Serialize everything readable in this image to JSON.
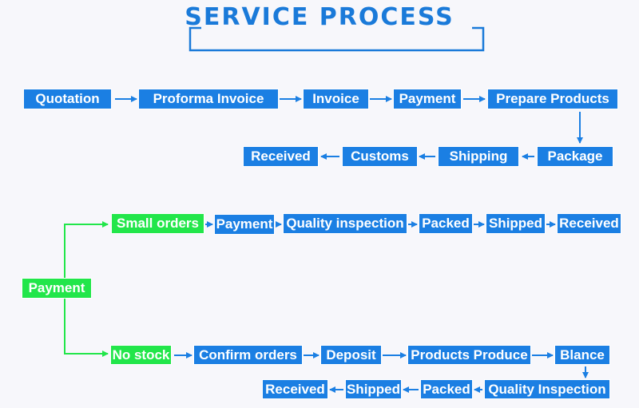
{
  "title": "SERVICE PROCESS",
  "colors": {
    "blue": "#1b7fe3",
    "green": "#22e64a",
    "title": "#1a7ad9"
  },
  "flow1": {
    "row1": [
      "Quotation",
      "Proforma Invoice",
      "Invoice",
      "Payment",
      "Prepare Products"
    ],
    "row2": [
      "Received",
      "Customs",
      "Shipping",
      "Package"
    ]
  },
  "flow2": {
    "root": "Payment",
    "small_orders": {
      "label": "Small orders",
      "steps": [
        "Payment",
        "Quality inspection",
        "Packed",
        "Shipped",
        "Received"
      ]
    },
    "no_stock": {
      "label": "No stock",
      "row1": [
        "Confirm orders",
        "Deposit",
        "Products Produce",
        "Blance"
      ],
      "row2": [
        "Received",
        "Shipped",
        "Packed",
        "Quality Inspection"
      ]
    }
  }
}
